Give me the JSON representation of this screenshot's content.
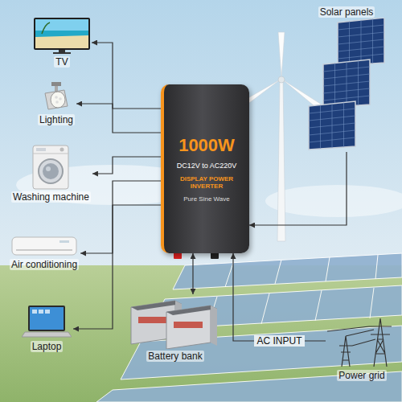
{
  "diagram": {
    "nodes": [
      {
        "text": [
          "TV"
        ]
      },
      {
        "text": [
          "Lighting"
        ]
      },
      {
        "text": [
          "Washing machine"
        ]
      },
      {
        "text": [
          "Air conditioning"
        ]
      },
      {
        "text": [
          "Laptop"
        ]
      },
      {
        "text": [
          "1000W",
          "DC12V to AC220V",
          "DISPLAY POWER INVERTER",
          "Pure Sine Wave"
        ]
      },
      {
        "text": [
          "Solar panels"
        ]
      },
      {
        "text": [
          "Battery bank"
        ]
      },
      {
        "text": [
          "Power grid"
        ]
      }
    ],
    "edges": [
      {
        "from": 5,
        "to": 0,
        "arrow": "to"
      },
      {
        "from": 5,
        "to": 1,
        "arrow": "to"
      },
      {
        "from": 5,
        "to": 2,
        "arrow": "to"
      },
      {
        "from": 5,
        "to": 3,
        "arrow": "to"
      },
      {
        "from": 5,
        "to": 4,
        "arrow": "to"
      },
      {
        "from": 6,
        "to": 5,
        "arrow": "to"
      },
      {
        "from": 7,
        "to": 5,
        "arrow": "both"
      },
      {
        "from": 8,
        "to": 5,
        "label": "AC INPUT",
        "arrow": "to"
      }
    ]
  }
}
